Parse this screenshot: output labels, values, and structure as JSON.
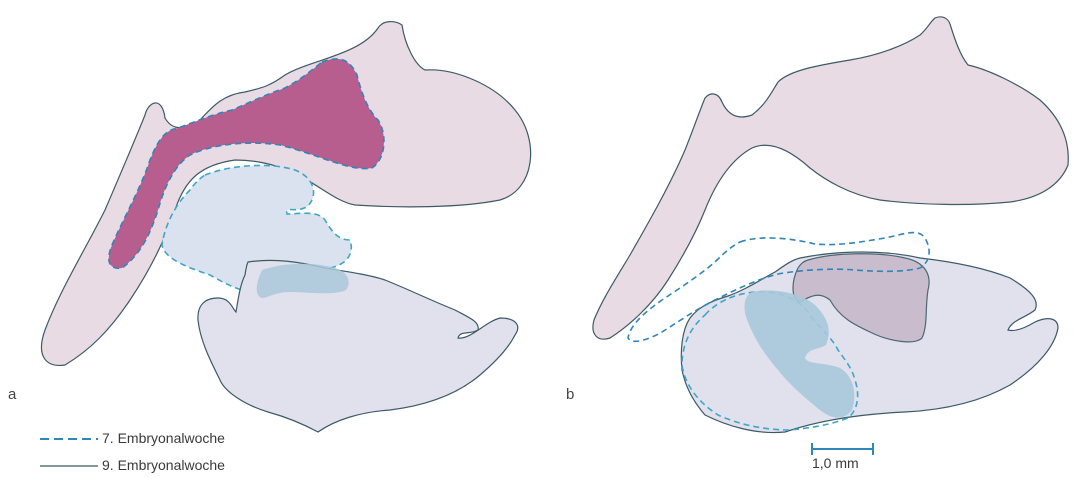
{
  "panels": {
    "a": {
      "label": "a"
    },
    "b": {
      "label": "b"
    }
  },
  "legend": {
    "dashed": {
      "text": "7. Embryonalwoche"
    },
    "solid": {
      "text": "9. Embryonalwoche"
    }
  },
  "scale_bar": {
    "text": "1,0 mm"
  },
  "colors": {
    "tissue_pink": "#e8dbe3",
    "tissue_magenta": "#b75e8e",
    "tissue_lavender": "#e0e1ec",
    "tissue_blue": "#a9c8dc",
    "outline_dark": "#3d5a66",
    "outline_blue_dashed": "#2f86b8",
    "outline_cyan_dashed": "#3fa6c8"
  }
}
